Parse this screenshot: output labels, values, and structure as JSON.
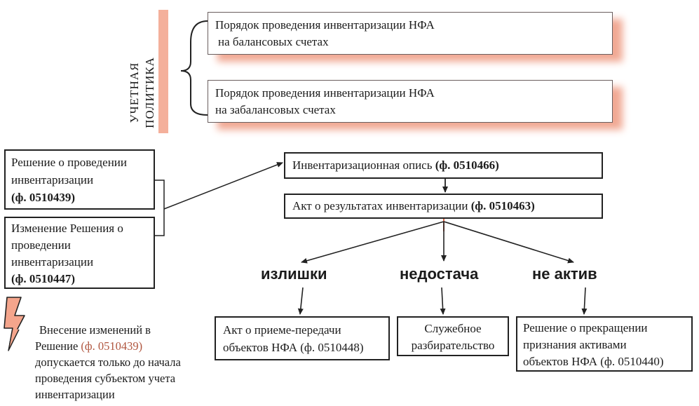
{
  "policy": {
    "vertical_label": [
      "УЧЕТНАЯ",
      "ПОЛИТИКА"
    ],
    "box1": [
      "Порядок проведения инвентаризации НФА",
      "на балансовых счетах"
    ],
    "box2": [
      "Порядок проведения инвентаризации НФА",
      "на забалансовых счетах"
    ]
  },
  "left": {
    "decision": [
      "Решение о проведении",
      "инвентаризации",
      "(ф. 0510439)"
    ],
    "change": [
      "Изменение Решения о",
      "проведении",
      "инвентаризации",
      "(ф. 0510447)"
    ],
    "note": {
      "line1": "Внесение изменений в",
      "line2_prefix": "Решение ",
      "line2_form": "(ф. 0510439)",
      "line3": "допускается только до начала",
      "line4": "проведения субъектом учета",
      "line5": "инвентаризации"
    }
  },
  "flow": {
    "inventory_list": {
      "label": "Инвентаризационная опись ",
      "form": "(ф. 0510466)"
    },
    "results_act": {
      "label": "Акт о результатах инвентаризации ",
      "form": "(ф. 0510463)"
    }
  },
  "outcomes": {
    "surplus": "излишки",
    "shortage": "недостача",
    "not_asset": "не актив",
    "surplus_doc": [
      "Акт о приеме-передачи",
      "объектов НФА (ф. 0510448)"
    ],
    "shortage_doc": [
      "Служебное",
      "разбирательство"
    ],
    "not_asset_doc": [
      "Решение о прекращении",
      "признания активами",
      "объектов  НФА (ф. 0510440)"
    ]
  },
  "colors": {
    "accent": "#b0563f",
    "shadow": "#f1a994",
    "lightning": "#f4a58c",
    "red_line": "#e06a4a"
  }
}
